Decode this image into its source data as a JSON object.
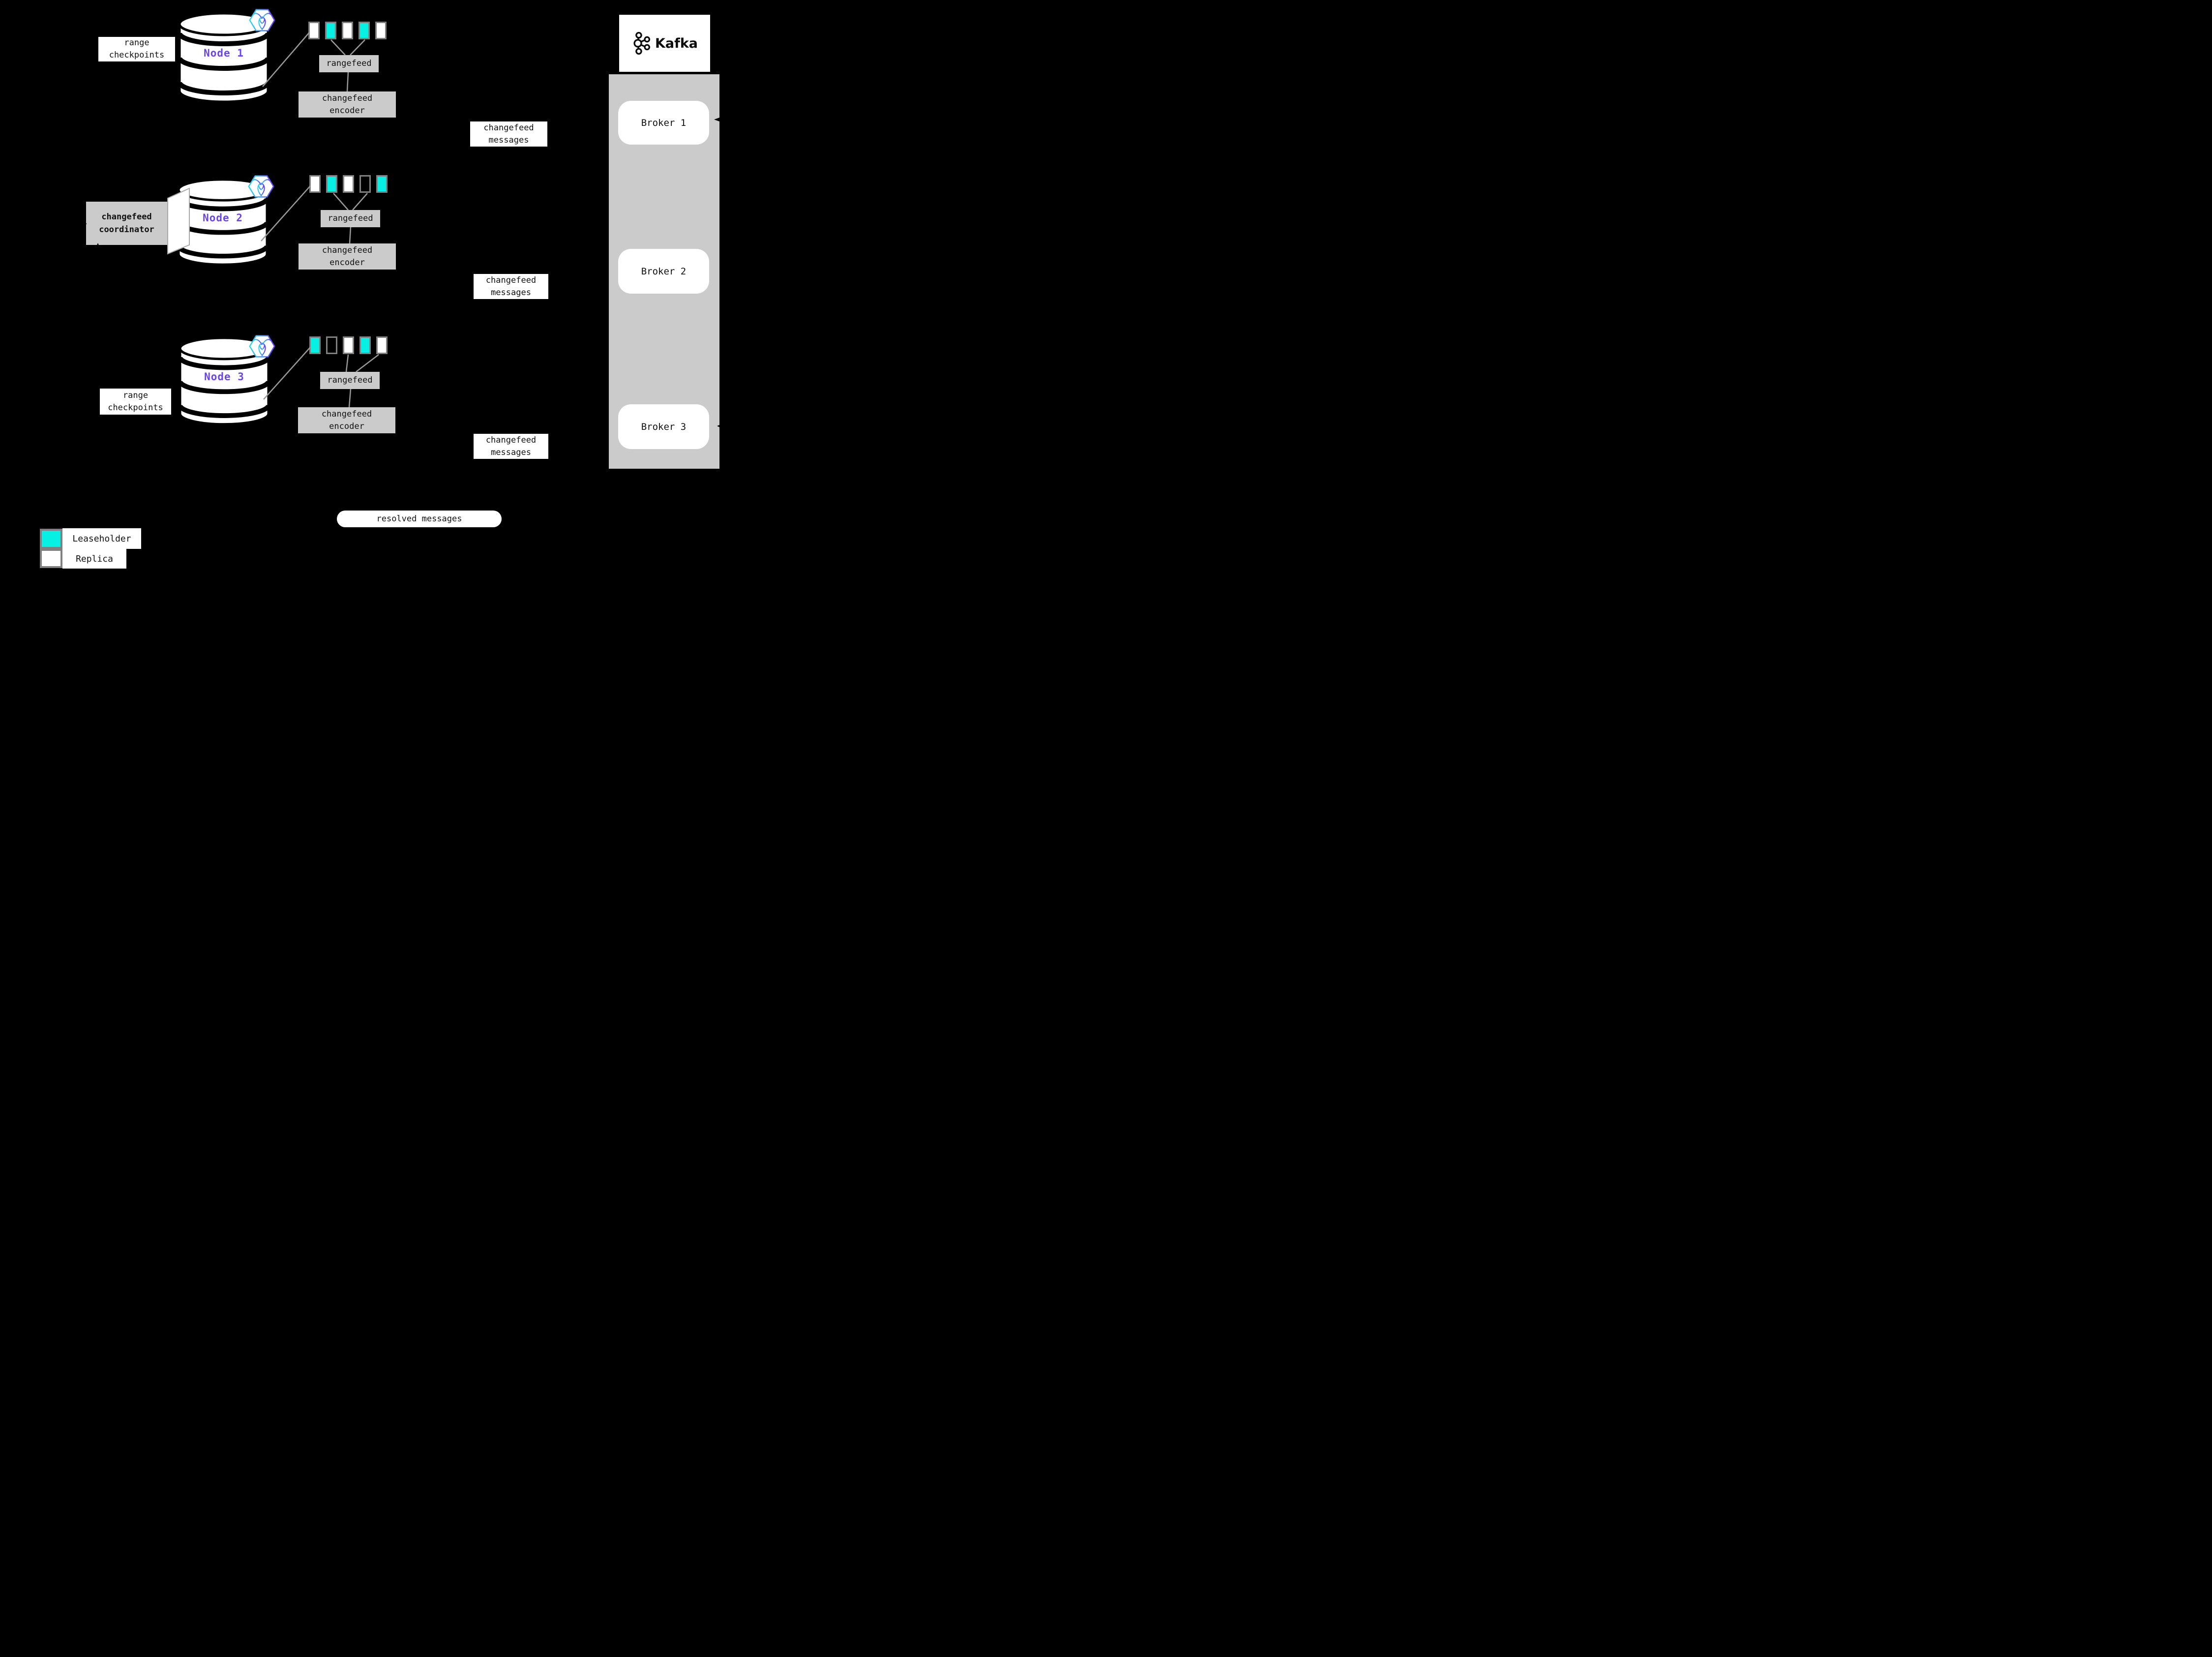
{
  "nodes": [
    {
      "name": "Node 1",
      "ranges": [
        "replica",
        "leaseholder",
        "replica",
        "leaseholder",
        "replica"
      ],
      "rangefeed": "rangefeed",
      "encoder_l1": "changefeed",
      "encoder_l2": "encoder",
      "messages_l1": "changefeed",
      "messages_l2": "messages"
    },
    {
      "name": "Node 2",
      "ranges": [
        "replica",
        "leaseholder",
        "replica",
        "empty",
        "leaseholder"
      ],
      "rangefeed": "rangefeed",
      "encoder_l1": "changefeed",
      "encoder_l2": "encoder",
      "messages_l1": "changefeed",
      "messages_l2": "messages"
    },
    {
      "name": "Node 3",
      "ranges": [
        "leaseholder",
        "empty",
        "replica",
        "leaseholder",
        "replica"
      ],
      "rangefeed": "rangefeed",
      "encoder_l1": "changefeed",
      "encoder_l2": "encoder",
      "messages_l1": "changefeed",
      "messages_l2": "messages"
    }
  ],
  "checkpoints_top": {
    "l1": "range",
    "l2": "checkpoints"
  },
  "checkpoints_bottom": {
    "l1": "range",
    "l2": "checkpoints"
  },
  "coordinator": {
    "l1": "changefeed",
    "l2": "coordinator"
  },
  "resolved_messages": "resolved messages",
  "kafka": {
    "name": "Kafka",
    "brokers": [
      "Broker 1",
      "Broker 2",
      "Broker 3"
    ]
  },
  "legend": [
    {
      "key": "leaseholder",
      "label": "Leaseholder"
    },
    {
      "key": "replica",
      "label": "Replica"
    }
  ],
  "colors": {
    "background": "#000000",
    "leaseholder": "#06f0e4",
    "replica": "#ffffff",
    "panel_gray": "#cbcbcb",
    "swatch_border_gray": "#808080",
    "connector_gray": "#999999",
    "node_name_purple": "#6a46e8",
    "logo_gradient_start": "#29d8ec",
    "logo_gradient_end": "#6b3df0"
  }
}
